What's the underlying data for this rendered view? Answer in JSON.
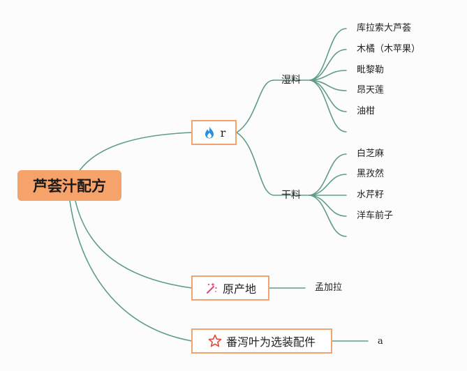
{
  "root": {
    "label": "芦荟汁配方"
  },
  "topics": {
    "fire": {
      "label": "r",
      "icon": "fire-icon",
      "icon_color": "#2b8fe0"
    },
    "origin": {
      "label": "原产地",
      "icon": "magic-wand-icon",
      "icon_color": "#e2447a"
    },
    "parts": {
      "label": "番泻叶为选装配件",
      "icon": "star-outline-icon",
      "icon_color": "#e24b3b"
    }
  },
  "groups": {
    "wet": {
      "label": "湿料",
      "items": [
        "库拉索大芦荟",
        "木橘（木苹果）",
        "毗黎勒",
        "昂天莲",
        "油柑",
        ""
      ]
    },
    "dry": {
      "label": "干料",
      "items": [
        "白芝麻",
        "黑孜然",
        "水芹籽",
        "洋车前子",
        ""
      ]
    }
  },
  "origin_detail": "孟加拉",
  "parts_detail": "a",
  "colors": {
    "branch": "#5e9c88",
    "root_fill": "#f6a26b",
    "topic_border": "#f2a470"
  }
}
